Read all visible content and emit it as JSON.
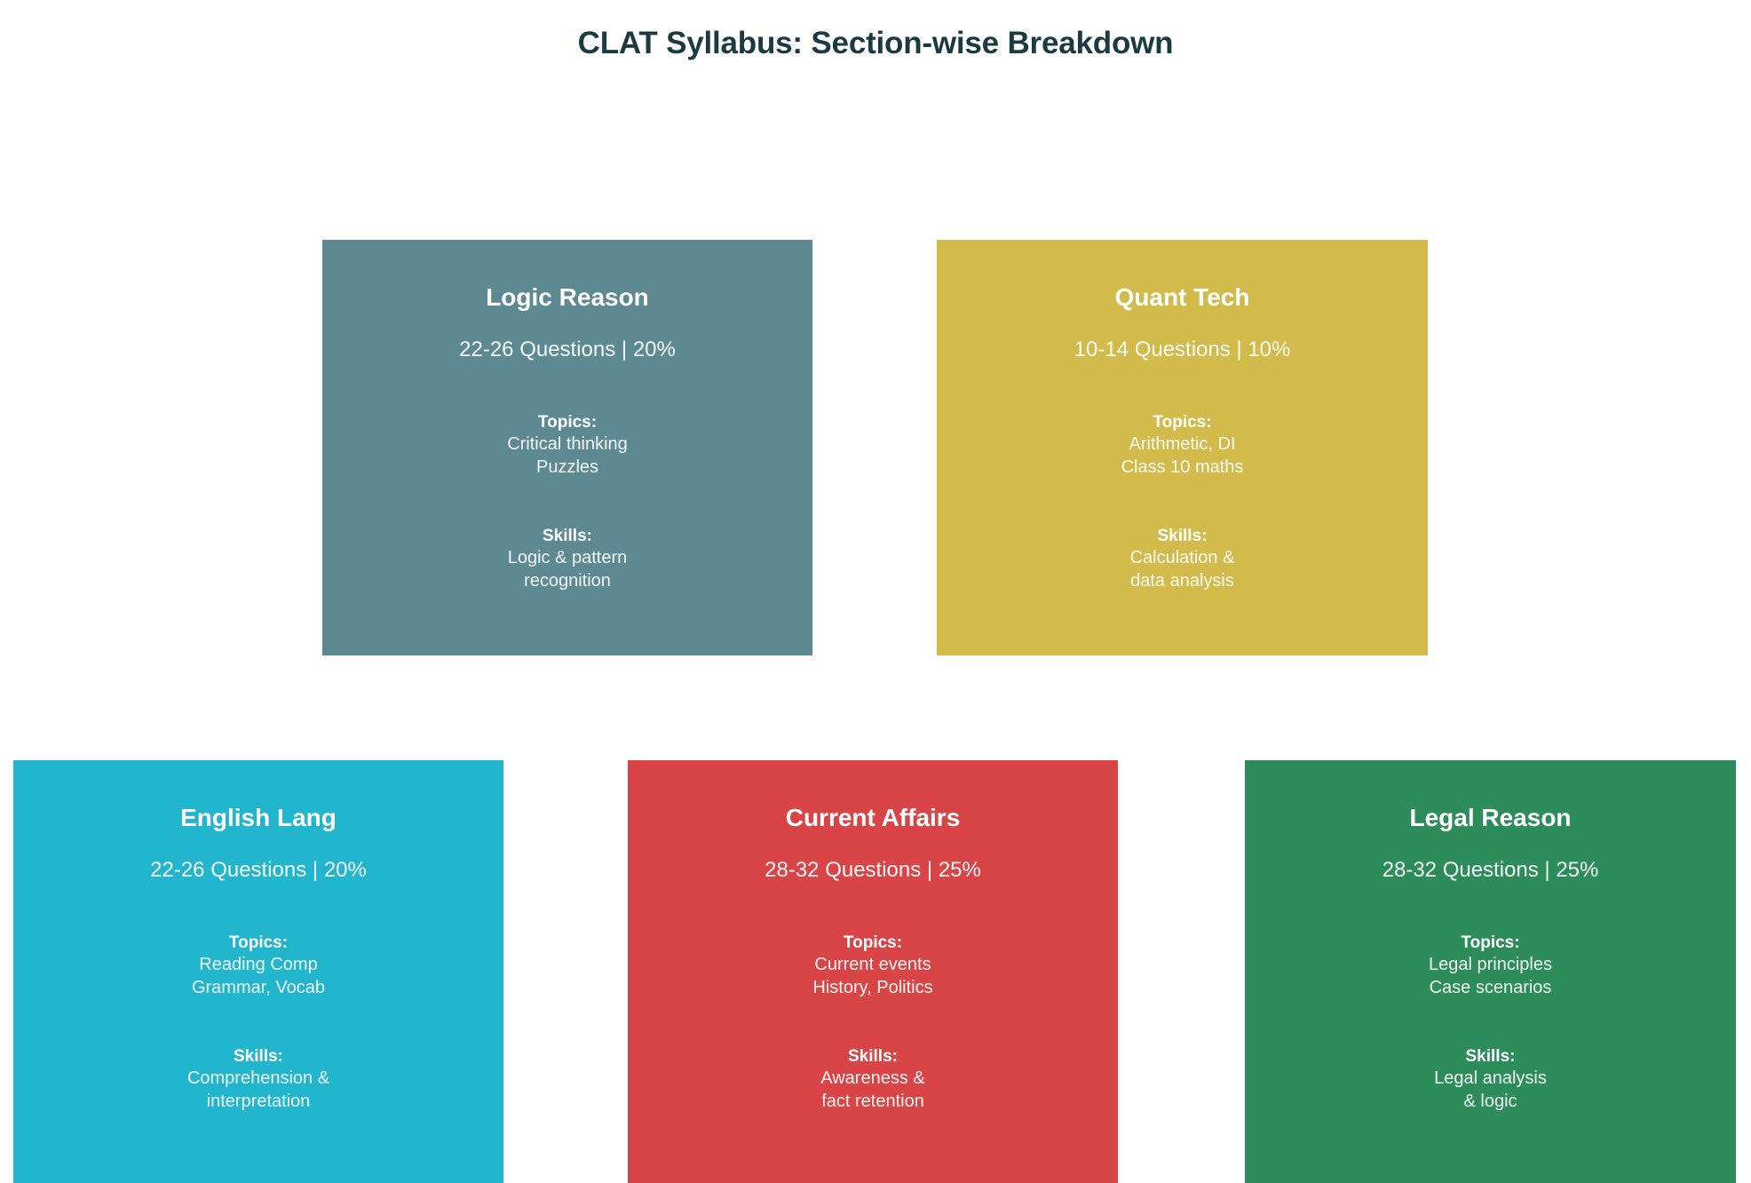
{
  "page": {
    "title": "CLAT Syllabus: Section-wise Breakdown",
    "title_color": "#1c3a42",
    "background_color": "#ffffff"
  },
  "cards": [
    {
      "id": "logic-reason",
      "title": "Logic Reason",
      "meta": "22-26 Questions | 20%",
      "questions": "22-26 Questions",
      "weight": "20%",
      "topics_label": "Topics:",
      "topics": [
        "Critical thinking",
        "Puzzles"
      ],
      "skills_label": "Skills:",
      "skills": [
        "Logic & pattern",
        "recognition"
      ],
      "color": "#5d8a92"
    },
    {
      "id": "quant-tech",
      "title": "Quant Tech",
      "meta": "10-14 Questions | 10%",
      "questions": "10-14 Questions",
      "weight": "10%",
      "topics_label": "Topics:",
      "topics": [
        "Arithmetic, DI",
        "Class 10 maths"
      ],
      "skills_label": "Skills:",
      "skills": [
        "Calculation &",
        "data analysis"
      ],
      "color": "#d2bb4b"
    },
    {
      "id": "english-lang",
      "title": "English Lang",
      "meta": "22-26 Questions | 20%",
      "questions": "22-26 Questions",
      "weight": "20%",
      "topics_label": "Topics:",
      "topics": [
        "Reading Comp",
        "Grammar, Vocab"
      ],
      "skills_label": "Skills:",
      "skills": [
        "Comprehension &",
        "interpretation"
      ],
      "color": "#21b6ce"
    },
    {
      "id": "current-affairs",
      "title": "Current Affairs",
      "meta": "28-32 Questions | 25%",
      "questions": "28-32 Questions",
      "weight": "25%",
      "topics_label": "Topics:",
      "topics": [
        "Current events",
        "History, Politics"
      ],
      "skills_label": "Skills:",
      "skills": [
        "Awareness &",
        "fact retention"
      ],
      "color": "#d94547"
    },
    {
      "id": "legal-reason",
      "title": "Legal Reason",
      "meta": "28-32 Questions | 25%",
      "questions": "28-32 Questions",
      "weight": "25%",
      "topics_label": "Topics:",
      "topics": [
        "Legal principles",
        "Case scenarios"
      ],
      "skills_label": "Skills:",
      "skills": [
        "Legal analysis",
        "& logic"
      ],
      "color": "#2c8d5b"
    }
  ]
}
